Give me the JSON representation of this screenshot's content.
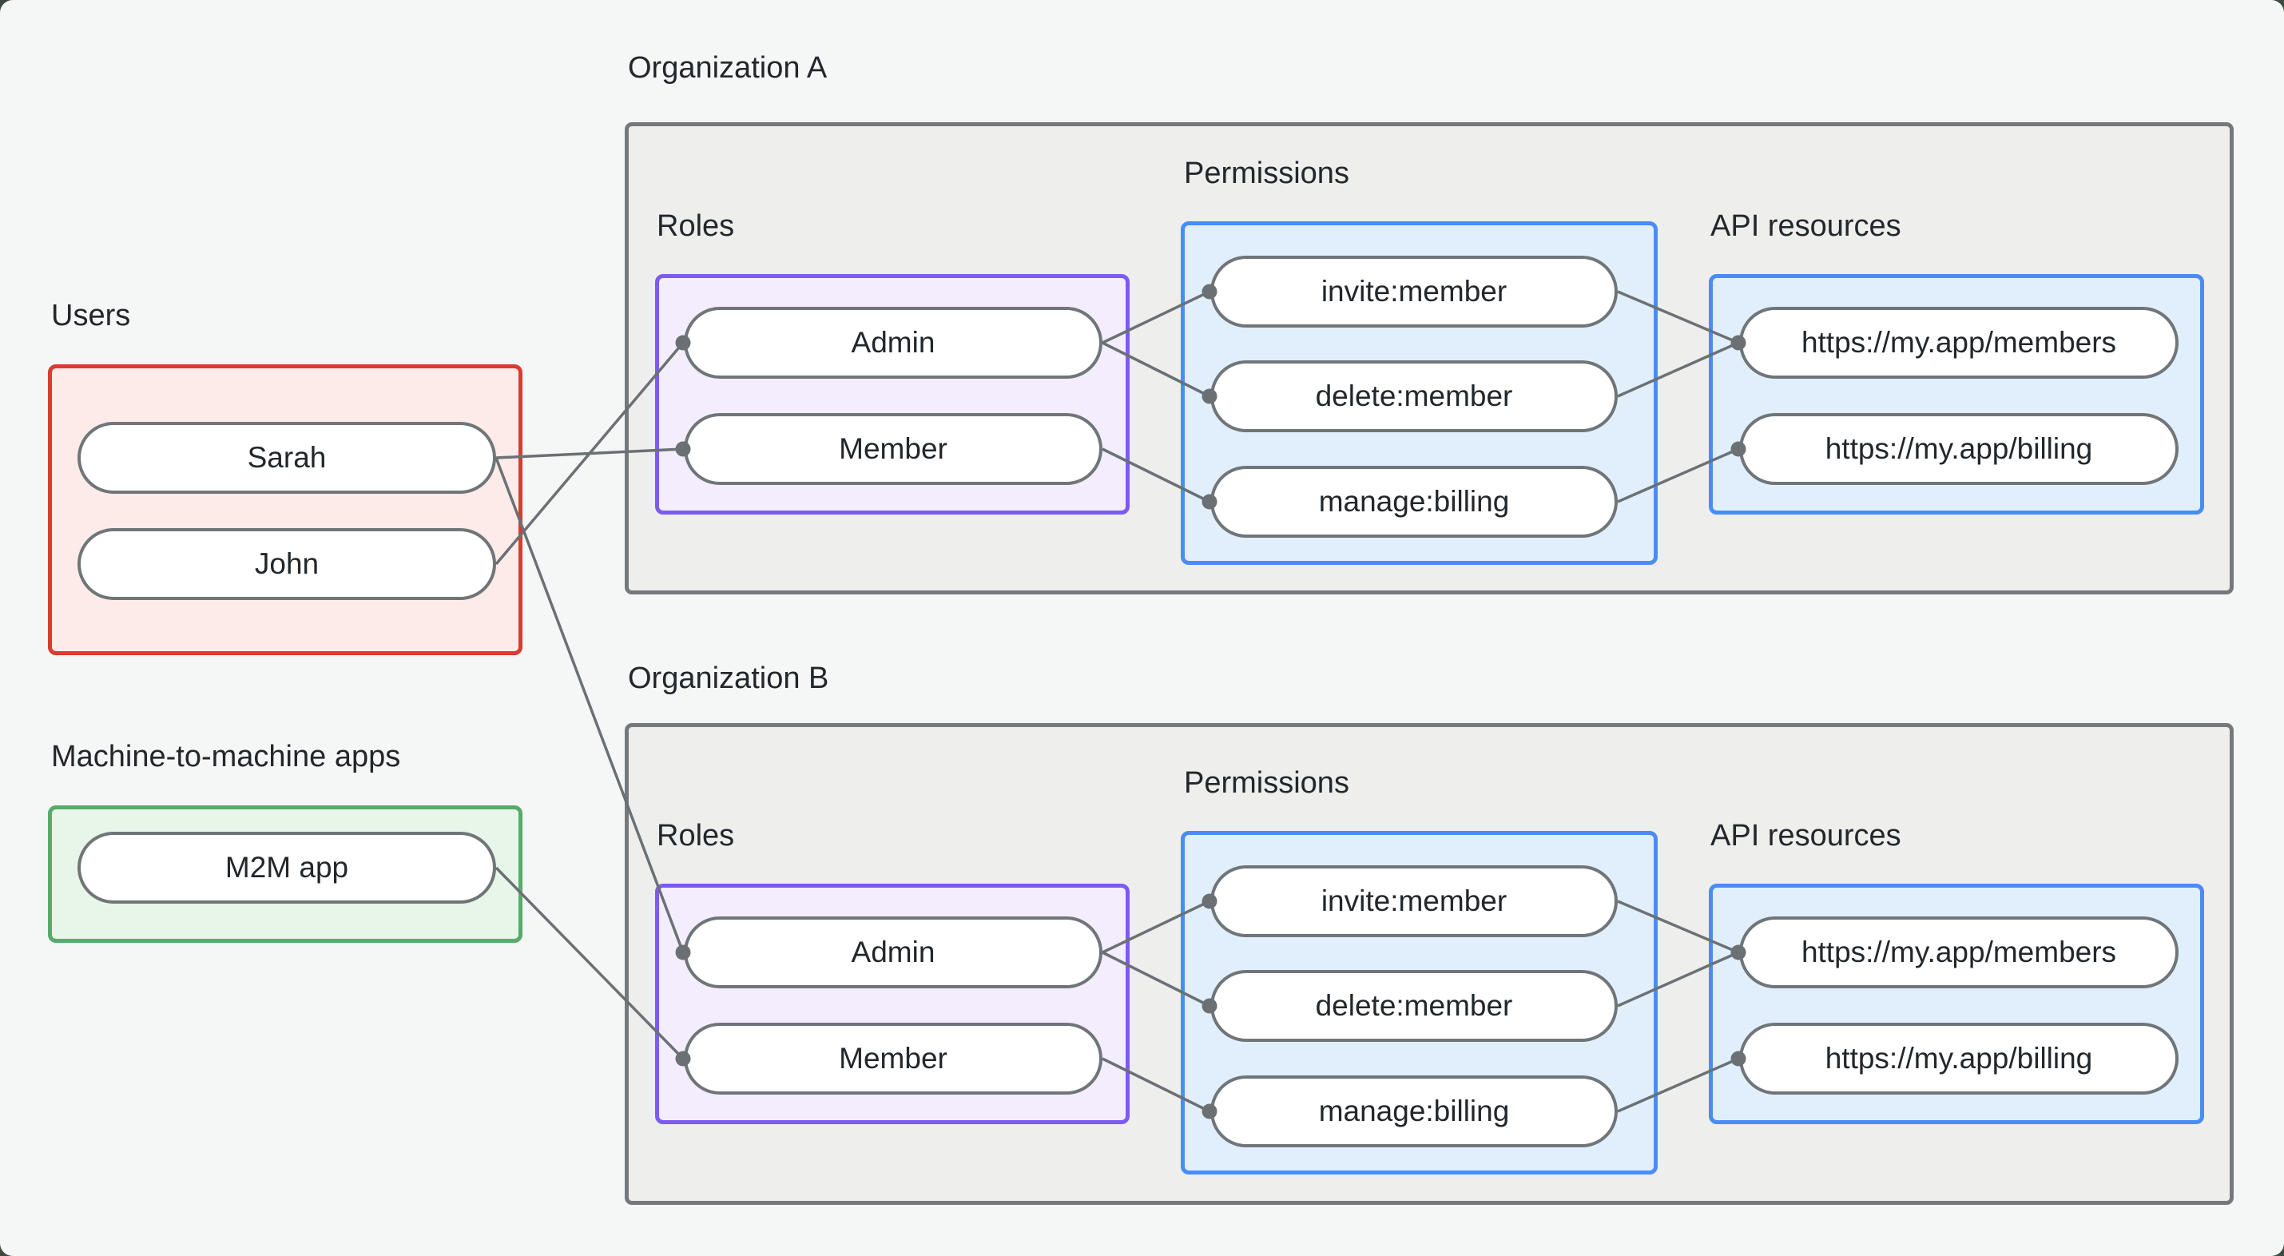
{
  "page": {
    "background": "#f5f7f6",
    "corner_color": "#3d4a41"
  },
  "palette": {
    "edge": "#6b7074",
    "node_border": "#707578",
    "node_fill": "#ffffff",
    "text": "#22272b",
    "users_border": "#da3b32",
    "users_fill": "#fcebe9",
    "m2m_border": "#57ab6b",
    "m2m_fill": "#e8f5e9",
    "org_border": "#75797b",
    "org_fill": "#eeeeed",
    "roles_border": "#7b5bf2",
    "roles_fill": "#f3edfd",
    "blue_border": "#4a8cf5",
    "blue_fill": "#e1effd"
  },
  "users": {
    "label": "Users",
    "nodes": [
      {
        "label": "Sarah"
      },
      {
        "label": "John"
      }
    ]
  },
  "m2m": {
    "label": "Machine-to-machine apps",
    "nodes": [
      {
        "label": "M2M app"
      }
    ]
  },
  "orgs": [
    {
      "label": "Organization A",
      "roles": {
        "label": "Roles",
        "nodes": [
          {
            "label": "Admin"
          },
          {
            "label": "Member"
          }
        ]
      },
      "permissions": {
        "label": "Permissions",
        "nodes": [
          {
            "label": "invite:member"
          },
          {
            "label": "delete:member"
          },
          {
            "label": "manage:billing"
          }
        ]
      },
      "api": {
        "label": "API resources",
        "nodes": [
          {
            "label": "https://my.app/members"
          },
          {
            "label": "https://my.app/billing"
          }
        ]
      }
    },
    {
      "label": "Organization B",
      "roles": {
        "label": "Roles",
        "nodes": [
          {
            "label": "Admin"
          },
          {
            "label": "Member"
          }
        ]
      },
      "permissions": {
        "label": "Permissions",
        "nodes": [
          {
            "label": "invite:member"
          },
          {
            "label": "delete:member"
          },
          {
            "label": "manage:billing"
          }
        ]
      },
      "api": {
        "label": "API resources",
        "nodes": [
          {
            "label": "https://my.app/members"
          },
          {
            "label": "https://my.app/billing"
          }
        ]
      }
    }
  ],
  "edges": [
    {
      "from": "Sarah",
      "to": "Organization A / Member"
    },
    {
      "from": "John",
      "to": "Organization A / Admin"
    },
    {
      "from": "Sarah",
      "to": "Organization B / Admin"
    },
    {
      "from": "M2M app",
      "to": "Organization B / Member"
    },
    {
      "from": "Organization A / Admin",
      "to": "Organization A / invite:member"
    },
    {
      "from": "Organization A / Admin",
      "to": "Organization A / delete:member"
    },
    {
      "from": "Organization A / Member",
      "to": "Organization A / manage:billing"
    },
    {
      "from": "Organization A / invite:member",
      "to": "Organization A / https://my.app/members"
    },
    {
      "from": "Organization A / delete:member",
      "to": "Organization A / https://my.app/members"
    },
    {
      "from": "Organization A / manage:billing",
      "to": "Organization A / https://my.app/billing"
    },
    {
      "from": "Organization B / Admin",
      "to": "Organization B / invite:member"
    },
    {
      "from": "Organization B / Admin",
      "to": "Organization B / delete:member"
    },
    {
      "from": "Organization B / Member",
      "to": "Organization B / manage:billing"
    },
    {
      "from": "Organization B / invite:member",
      "to": "Organization B / https://my.app/members"
    },
    {
      "from": "Organization B / delete:member",
      "to": "Organization B / https://my.app/members"
    },
    {
      "from": "Organization B / manage:billing",
      "to": "Organization B / https://my.app/billing"
    }
  ]
}
